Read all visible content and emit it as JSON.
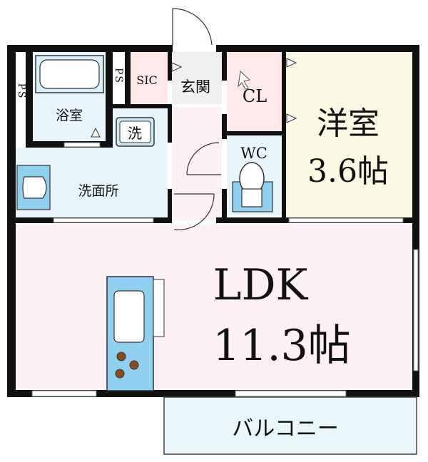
{
  "floorplan": {
    "rooms": {
      "ldk": {
        "name": "LDK",
        "size": "11.3帖"
      },
      "western": {
        "name": "洋室",
        "size": "3.6帖"
      },
      "bath": {
        "name": "浴室"
      },
      "washroom": {
        "name": "洗面所"
      },
      "washer": {
        "name": "洗"
      },
      "entrance": {
        "name": "玄関"
      },
      "closet": {
        "name": "CL"
      },
      "toilet": {
        "name": "WC"
      },
      "sic": {
        "name": "SIC"
      },
      "ps_left": {
        "name": "PS"
      },
      "ps_mid": {
        "name": "PS"
      },
      "balcony": {
        "name": "バルコニー"
      }
    },
    "colors": {
      "ldk_fill": "#fdf0f6",
      "western_fill": "#fbf9e4",
      "wet_fill": "#e8f6fc",
      "entrance_fill": "#f0f0f0",
      "closet_fill": "#fde8ea",
      "wall": "#111111",
      "fixture": "#8fd0f0"
    }
  }
}
